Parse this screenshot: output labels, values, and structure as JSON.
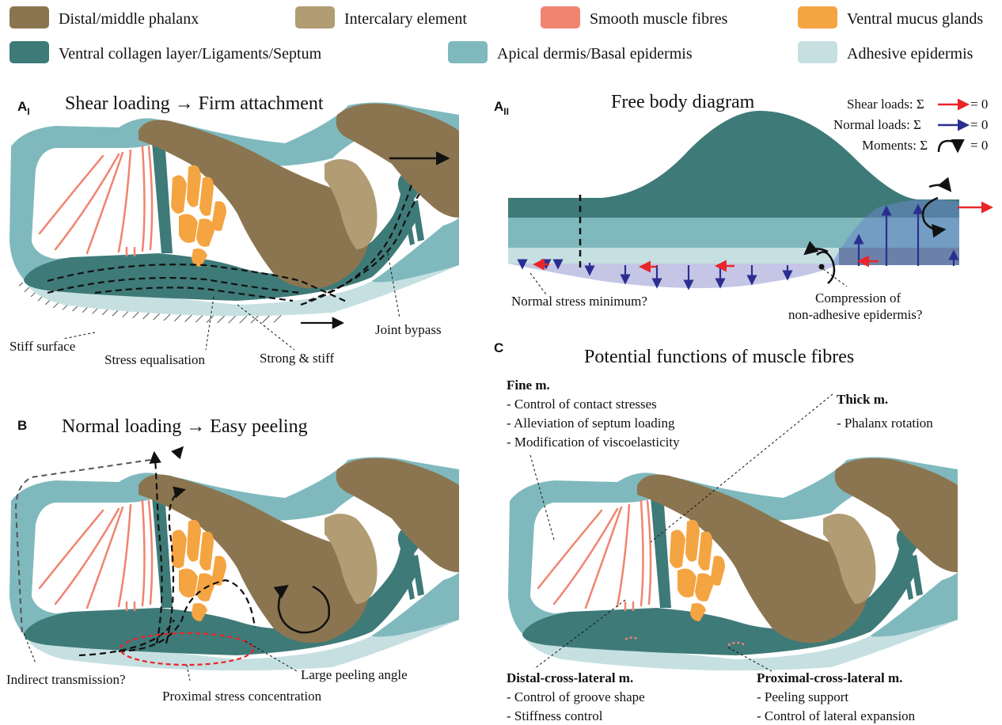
{
  "legend": {
    "items": [
      {
        "label": "Distal/middle phalanx",
        "color": "#8b7550"
      },
      {
        "label": "Intercalary element",
        "color": "#b29c74"
      },
      {
        "label": "Smooth muscle fibres",
        "color": "#f08470"
      },
      {
        "label": "Ventral mucus glands",
        "color": "#f5a442"
      },
      {
        "label": "Ventral collagen layer/Ligaments/Septum",
        "color": "#3e7a78"
      },
      {
        "label": "Apical dermis/Basal epidermis",
        "color": "#7fb9bd"
      },
      {
        "label": "Adhesive epidermis",
        "color": "#c6e0e2"
      }
    ]
  },
  "panel_a1": {
    "letter": "A",
    "sub": "I",
    "title": "Shear loading → Firm attachment",
    "labels": {
      "joint_bypass": "Joint bypass",
      "stiff_surface": "Stiff surface",
      "stress_equalisation": "Stress equalisation",
      "strong_stiff": "Strong & stiff"
    }
  },
  "panel_a2": {
    "letter": "A",
    "sub": "II",
    "title": "Free body diagram",
    "shear": "Shear loads: Σ",
    "normal": "Normal loads: Σ",
    "moments": "Moments: Σ",
    "eq": "= 0",
    "normal_min": "Normal stress minimum?",
    "compression1": "Compression of",
    "compression2": "non-adhesive epidermis?"
  },
  "panel_b": {
    "letter": "B",
    "title": "Normal loading → Easy peeling",
    "indirect": "Indirect transmission?",
    "large_peel": "Large peeling angle",
    "proximal": "Proximal stress concentration"
  },
  "panel_c": {
    "letter": "C",
    "title": "Potential functions of muscle fibres",
    "fine": {
      "head": "Fine m.",
      "lines": [
        "- Control of contact stresses",
        "- Alleviation of septum loading",
        "- Modification of viscoelasticity"
      ]
    },
    "thick": {
      "head": "Thick m.",
      "lines": [
        "- Phalanx rotation"
      ]
    },
    "distal": {
      "head": "Distal-cross-lateral m.",
      "lines": [
        "- Control of groove shape",
        "- Stiffness control"
      ]
    },
    "proximal": {
      "head": "Proximal-cross-lateral m.",
      "lines": [
        "- Peeling support",
        "- Control of lateral expansion"
      ]
    }
  }
}
